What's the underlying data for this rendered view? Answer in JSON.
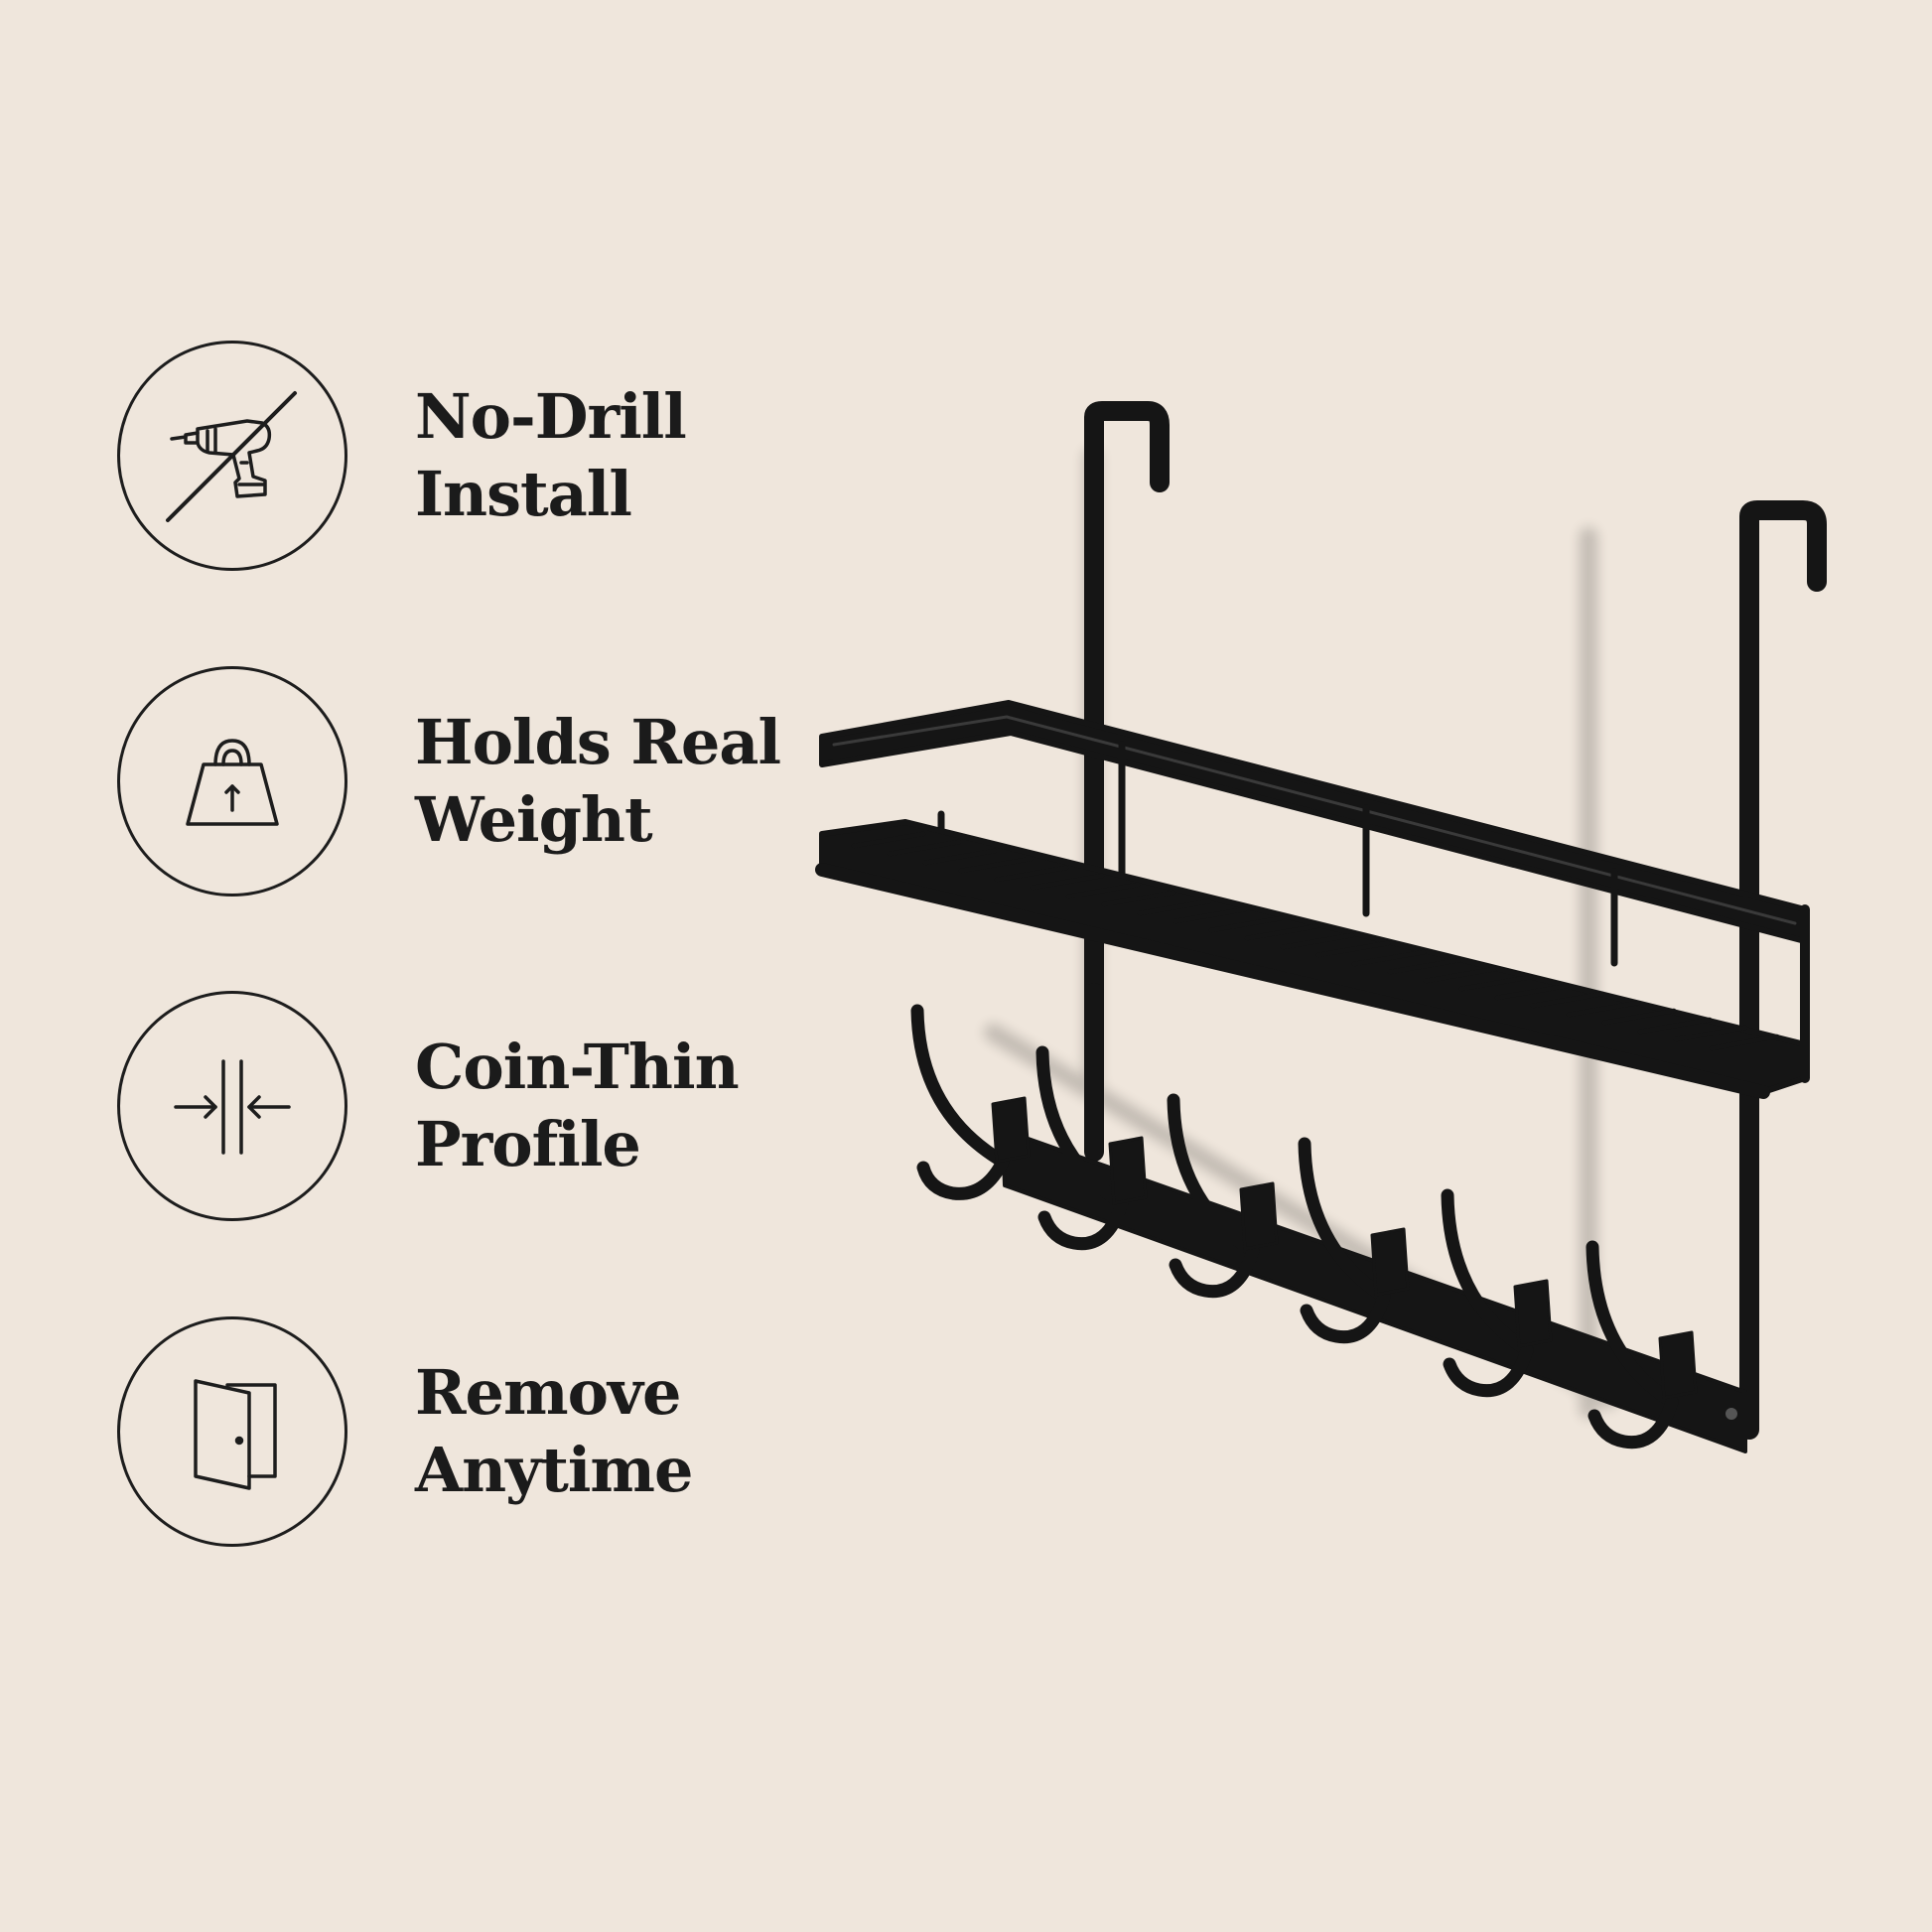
{
  "features": [
    {
      "icon": "no-drill-icon",
      "line1": "No-Drill",
      "line2": "Install"
    },
    {
      "icon": "weight-icon",
      "line1": "Holds Real",
      "line2": "Weight"
    },
    {
      "icon": "thin-profile-icon",
      "line1": "Coin-Thin",
      "line2": "Profile"
    },
    {
      "icon": "door-icon",
      "line1": "Remove",
      "line2": "Anytime"
    }
  ],
  "colors": {
    "background": "#efe6dc",
    "ink": "#1b1b1b",
    "metal": "#151515"
  },
  "product": {
    "icon": "over-door-rack-illustration",
    "hook_count": 6
  }
}
